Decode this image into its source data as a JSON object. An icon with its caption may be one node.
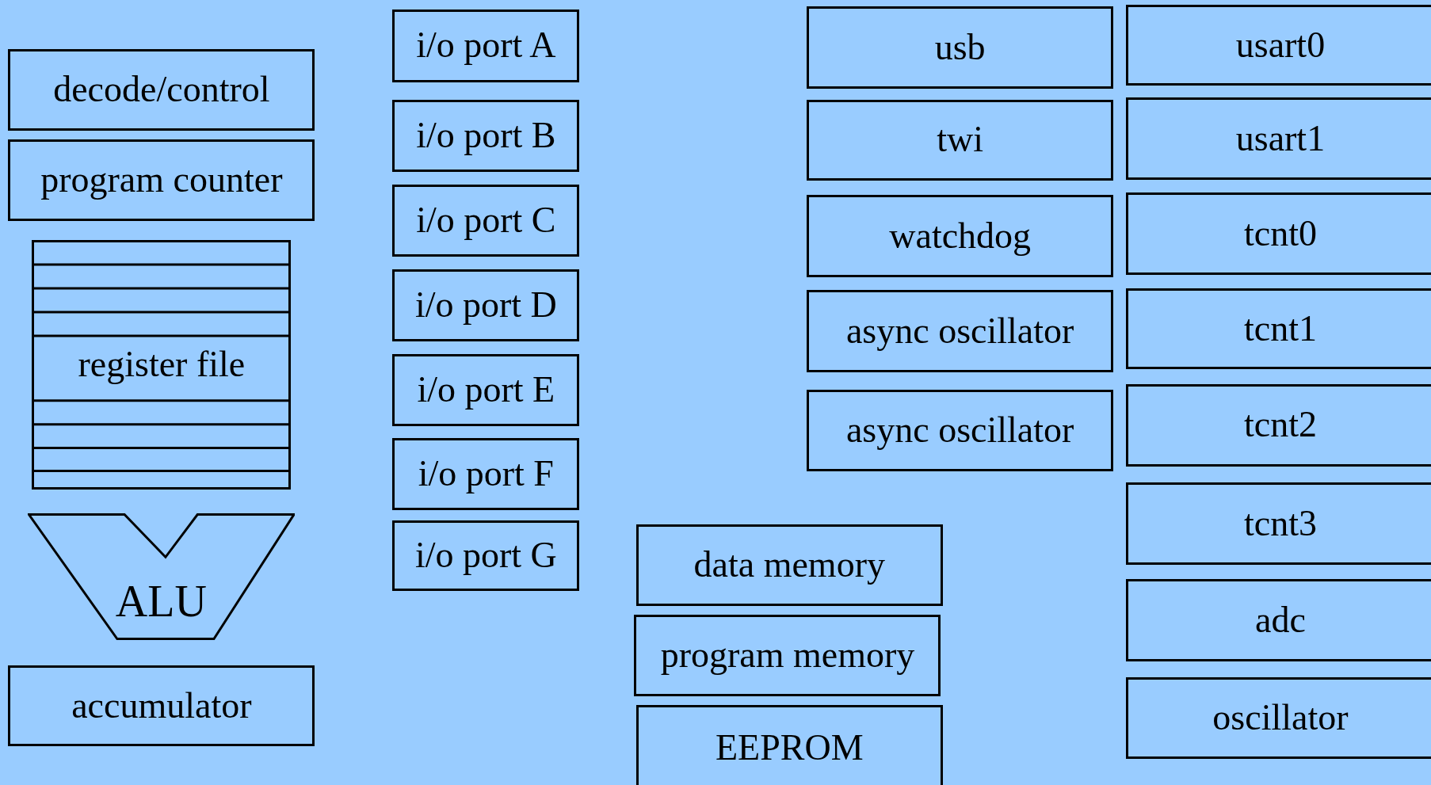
{
  "diagram": {
    "nodes": [
      {
        "text": [
          "decode/control"
        ]
      },
      {
        "text": [
          "program counter"
        ]
      },
      {
        "text": [
          "register file"
        ]
      },
      {
        "text": [
          "ALU"
        ]
      },
      {
        "text": [
          "accumulator"
        ]
      },
      {
        "text": [
          "i/o port A"
        ]
      },
      {
        "text": [
          "i/o port B"
        ]
      },
      {
        "text": [
          "i/o port C"
        ]
      },
      {
        "text": [
          "i/o port D"
        ]
      },
      {
        "text": [
          "i/o port E"
        ]
      },
      {
        "text": [
          "i/o port F"
        ]
      },
      {
        "text": [
          "i/o port G"
        ]
      },
      {
        "text": [
          "usb"
        ]
      },
      {
        "text": [
          "twi"
        ]
      },
      {
        "text": [
          "watchdog"
        ]
      },
      {
        "text": [
          "async oscillator"
        ]
      },
      {
        "text": [
          "async oscillator"
        ]
      },
      {
        "text": [
          "data memory"
        ]
      },
      {
        "text": [
          "program memory"
        ]
      },
      {
        "text": [
          "EEPROM"
        ]
      },
      {
        "text": [
          "usart0"
        ]
      },
      {
        "text": [
          "usart1"
        ]
      },
      {
        "text": [
          "tcnt0"
        ]
      },
      {
        "text": [
          "tcnt1"
        ]
      },
      {
        "text": [
          "tcnt2"
        ]
      },
      {
        "text": [
          "tcnt3"
        ]
      },
      {
        "text": [
          "adc"
        ]
      },
      {
        "text": [
          "oscillator"
        ]
      }
    ],
    "edges": []
  }
}
